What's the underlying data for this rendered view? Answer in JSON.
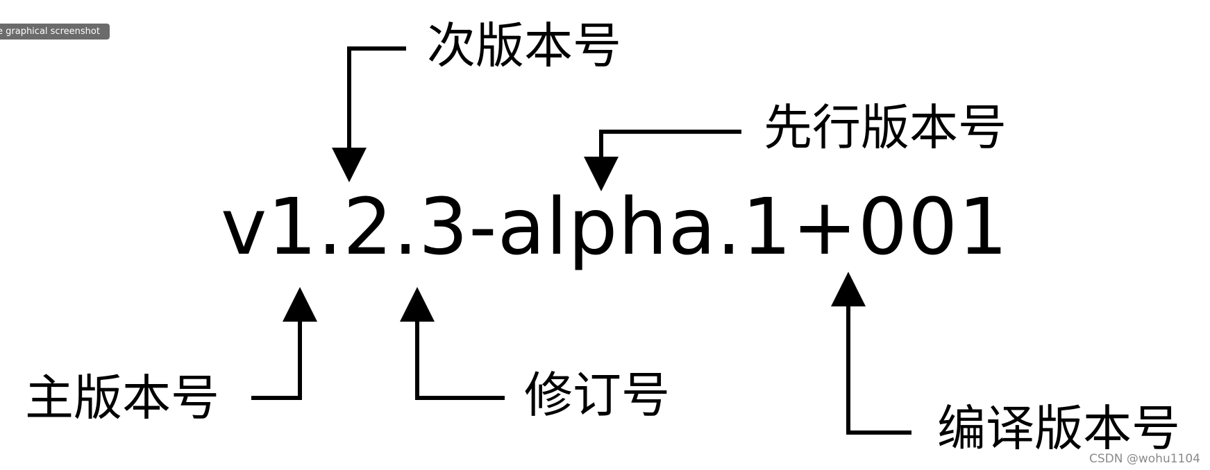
{
  "tooltip": {
    "text": "e graphical screenshot"
  },
  "diagram": {
    "version_string": "v1.2.3-alpha.1+001",
    "labels": {
      "minor": "次版本号",
      "prerelease": "先行版本号",
      "major": "主版本号",
      "patch": "修订号",
      "build": "编译版本号"
    }
  },
  "watermark": {
    "text": "CSDN @wohu1104"
  },
  "colors": {
    "arrow": "#000000",
    "background": "#ffffff",
    "tooltip": "#6b6b6b"
  }
}
